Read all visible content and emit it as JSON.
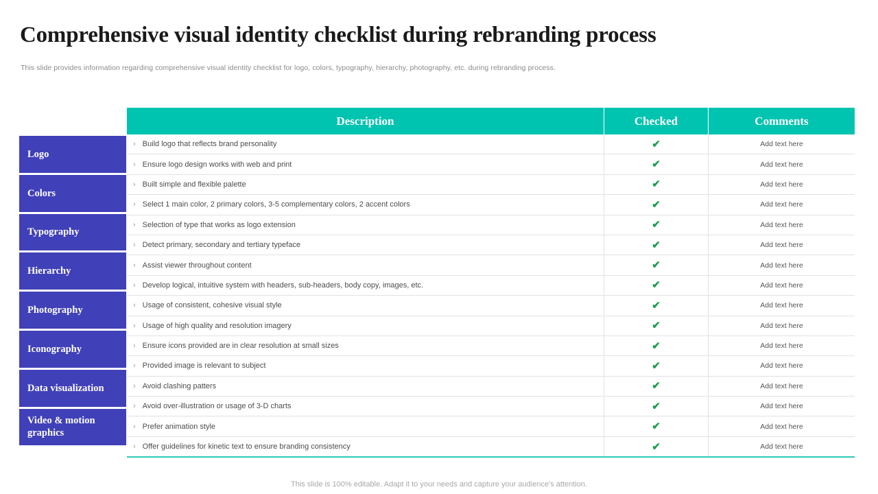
{
  "slide": {
    "title": "Comprehensive visual identity checklist during rebranding process",
    "subtitle": "This slide provides information regarding comprehensive visual identity checklist for logo, colors, typography, hierarchy, photography, etc. during rebranding process.",
    "footer": "This slide is 100% editable. Adapt it to your needs and capture your audience's attention."
  },
  "colors": {
    "header_teal": "#00C4B0",
    "category_blue": "#4040B8",
    "check_green": "#1E9E4F",
    "row_divider": "#E2E2E6"
  },
  "table": {
    "headers": {
      "description": "Description",
      "checked": "Checked",
      "comments": "Comments"
    },
    "categories": [
      {
        "label": "Logo",
        "rows": 2
      },
      {
        "label": "Colors",
        "rows": 2
      },
      {
        "label": "Typography",
        "rows": 2
      },
      {
        "label": "Hierarchy",
        "rows": 2
      },
      {
        "label": "Photography",
        "rows": 2
      },
      {
        "label": "Iconography",
        "rows": 2
      },
      {
        "label": "Data visualization",
        "rows": 2
      },
      {
        "label": "Video & motion graphics",
        "rows": 2
      }
    ],
    "bullet_icon": "›",
    "check_icon": "✔",
    "comment_placeholder": "Add text here",
    "rows": [
      {
        "description": "Build logo that reflects brand personality",
        "checked": true,
        "comment": "Add text here"
      },
      {
        "description": "Ensure logo design works with web and print",
        "checked": true,
        "comment": "Add text here"
      },
      {
        "description": "Built simple and flexible palette",
        "checked": true,
        "comment": "Add text here"
      },
      {
        "description": "Select 1 main color, 2 primary colors, 3-5 complementary colors, 2 accent colors",
        "checked": true,
        "comment": "Add text here"
      },
      {
        "description": "Selection of type that works as logo extension",
        "checked": true,
        "comment": "Add text here"
      },
      {
        "description": "Detect primary, secondary and tertiary typeface",
        "checked": true,
        "comment": "Add text here"
      },
      {
        "description": "Assist viewer throughout content",
        "checked": true,
        "comment": "Add text here"
      },
      {
        "description": "Develop logical, intuitive system with headers, sub-headers, body copy, images, etc.",
        "checked": true,
        "comment": "Add text here"
      },
      {
        "description": "Usage of consistent, cohesive visual style",
        "checked": true,
        "comment": "Add text here"
      },
      {
        "description": "Usage of high quality and resolution imagery",
        "checked": true,
        "comment": "Add text here"
      },
      {
        "description": "Ensure icons provided are in clear resolution at small sizes",
        "checked": true,
        "comment": "Add text here"
      },
      {
        "description": "Provided image is relevant to subject",
        "checked": true,
        "comment": "Add text here"
      },
      {
        "description": "Avoid clashing patters",
        "checked": true,
        "comment": "Add text here"
      },
      {
        "description": "Avoid over-illustration or usage of 3-D charts",
        "checked": true,
        "comment": "Add text here"
      },
      {
        "description": "Prefer animation style",
        "checked": true,
        "comment": "Add text here"
      },
      {
        "description": "Offer guidelines for kinetic text to ensure branding consistency",
        "checked": true,
        "comment": "Add text here"
      }
    ]
  }
}
